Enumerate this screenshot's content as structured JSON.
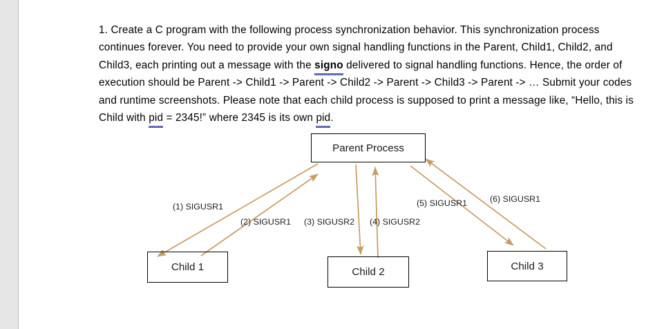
{
  "document": {
    "paragraph_runs": [
      {
        "text": "1.  Create a C program with the following process synchronization behavior. This synchronization process continues forever. You need to provide your own signal handling functions in the Parent, Child1, Child2, and Child3, each printing out a message with the ",
        "style": "normal"
      },
      {
        "text": "signo",
        "style": "bold-misspelled"
      },
      {
        "text": " delivered to signal handling functions. Hence, the order of execution should be Parent -> Child1 -> Parent -> Child2 -> Parent -> Child3 -> Parent -> …  Submit your codes and runtime screenshots. Please note that each child process is supposed to print a message like, “Hello, this is Child with ",
        "style": "normal"
      },
      {
        "text": "pid",
        "style": "misspelled"
      },
      {
        "text": " = 2345!” where 2345 is its own ",
        "style": "normal"
      },
      {
        "text": "pid",
        "style": "misspelled"
      },
      {
        "text": ".",
        "style": "normal"
      }
    ]
  },
  "diagram": {
    "nodes": {
      "parent": "Parent Process",
      "child1": "Child 1",
      "child2": "Child 2",
      "child3": "Child 3"
    },
    "edge_labels": {
      "e1": "(1) SIGUSR1",
      "e2": "(2) SIGUSR1",
      "e3": "(3) SIGUSR2",
      "e4": "(4) SIGUSR2",
      "e5": "(5) SIGUSR1",
      "e6": "(6) SIGUSR1"
    },
    "edges": [
      {
        "id": "e1",
        "from": "parent",
        "to": "child1",
        "label": "(1) SIGUSR1",
        "signal": "SIGUSR1"
      },
      {
        "id": "e2",
        "from": "child1",
        "to": "parent",
        "label": "(2) SIGUSR1",
        "signal": "SIGUSR1"
      },
      {
        "id": "e3",
        "from": "parent",
        "to": "child2",
        "label": "(3) SIGUSR2",
        "signal": "SIGUSR2"
      },
      {
        "id": "e4",
        "from": "child2",
        "to": "parent",
        "label": "(4) SIGUSR2",
        "signal": "SIGUSR2"
      },
      {
        "id": "e5",
        "from": "parent",
        "to": "child3",
        "label": "(5) SIGUSR1",
        "signal": "SIGUSR1"
      },
      {
        "id": "e6",
        "from": "child3",
        "to": "parent",
        "label": "(6) SIGUSR1",
        "signal": "SIGUSR1"
      }
    ]
  },
  "colors": {
    "arrow": "#C99A62",
    "box_border": "#000000",
    "text": "#000000",
    "spell_squiggle": "#2b3f9e",
    "page_background": "#ffffff",
    "gutter": "#e6e6e6"
  }
}
